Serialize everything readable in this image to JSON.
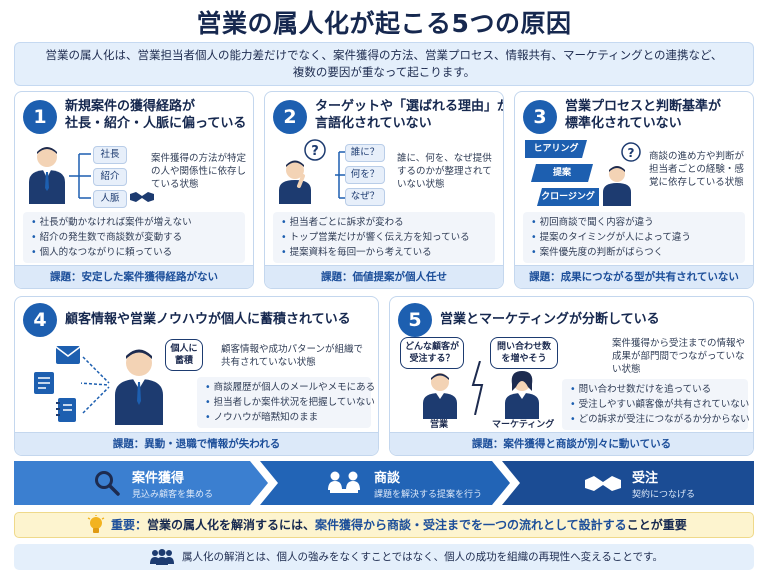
{
  "title": "営業の属人化が起こる5つの原因",
  "intro": {
    "line1": "営業の属人化は、営業担当者個人の能力差だけでなく、案件獲得の方法、営業プロセス、情報共有、マーケティングとの連携など、",
    "line2": "複数の要因が重なって起こります。"
  },
  "causes": [
    {
      "num": "1",
      "title_line1": "新規案件の獲得経路が",
      "title_line2": "社長・紹介・人脈に偏っている",
      "tags": [
        "社長",
        "紹介",
        "人脈"
      ],
      "desc": "案件獲得の方法が特定の人や関係性に依存している状態",
      "bullets": [
        "社長が動かなければ案件が増えない",
        "紹介の発生数で商談数が変動する",
        "個人的なつながりに頼っている"
      ],
      "issue": "課題：安定した案件獲得経路がない"
    },
    {
      "num": "2",
      "title_line1": "ターゲットや「選ばれる理由」が",
      "title_line2": "言語化されていない",
      "tags": [
        "誰に？",
        "何を？",
        "なぜ？"
      ],
      "desc": "誰に、何を、なぜ提供するのかが整理されていない状態",
      "bullets": [
        "担当者ごとに訴求が変わる",
        "トップ営業だけが響く伝え方を知っている",
        "提案資料を毎回一から考えている"
      ],
      "issue": "課題：価値提案が個人任せ"
    },
    {
      "num": "3",
      "title_line1": "営業プロセスと判断基準が",
      "title_line2": "標準化されていない",
      "tags": [
        "ヒアリング",
        "提案",
        "クロージング"
      ],
      "desc": "商談の進め方や判断が担当者ごとの経験・感覚に依存している状態",
      "bullets": [
        "初回商談で聞く内容が違う",
        "提案のタイミングが人によって違う",
        "案件優先度の判断がばらつく"
      ],
      "issue": "課題：成果につながる型が共有されていない"
    },
    {
      "num": "4",
      "title_line1": "顧客情報や営業ノウハウが個人に蓄積されている",
      "bubble": "個人に蓄積",
      "desc": "顧客情報や成功パターンが組織で共有されていない状態",
      "bullets": [
        "商談履歴が個人のメールやメモにある",
        "担当者しか案件状況を把握していない",
        "ノウハウが暗黙知のまま"
      ],
      "issue": "課題：異動・退職で情報が失われる"
    },
    {
      "num": "5",
      "title_line1": "営業とマーケティングが分断している",
      "bubble_left": "どんな顧客が受注する？",
      "bubble_right": "問い合わせ数を増やそう",
      "label_left": "営業",
      "label_right": "マーケティング",
      "desc": "案件獲得から受注までの情報や成果が部門間でつながっていない状態",
      "bullets": [
        "問い合わせ数だけを追っている",
        "受注しやすい顧客像が共有されていない",
        "どの訴求が受注につながるか分からない"
      ],
      "issue": "課題：案件獲得と商談が別々に動いている"
    }
  ],
  "flow": [
    {
      "label": "案件獲得",
      "sub": "見込み顧客を集める",
      "icon": "search-icon"
    },
    {
      "label": "商談",
      "sub": "課題を解決する提案を行う",
      "icon": "meeting-icon"
    },
    {
      "label": "受注",
      "sub": "契約につなげる",
      "icon": "handshake-icon"
    }
  ],
  "key": {
    "label": "重要：",
    "part1": "営業の属人化を解消するには、",
    "em": "案件獲得から商談・受注までを一つの流れとして設計する",
    "part2": "ことが重要"
  },
  "footer": "属人化の解消とは、個人の強みをなくすことではなく、個人の成功を組織の再現性へ変えることです。",
  "colors": {
    "navy": "#16284f",
    "accent": "#1d5fb0",
    "pale": "#e4effb",
    "yellow": "#fdf4cf"
  }
}
